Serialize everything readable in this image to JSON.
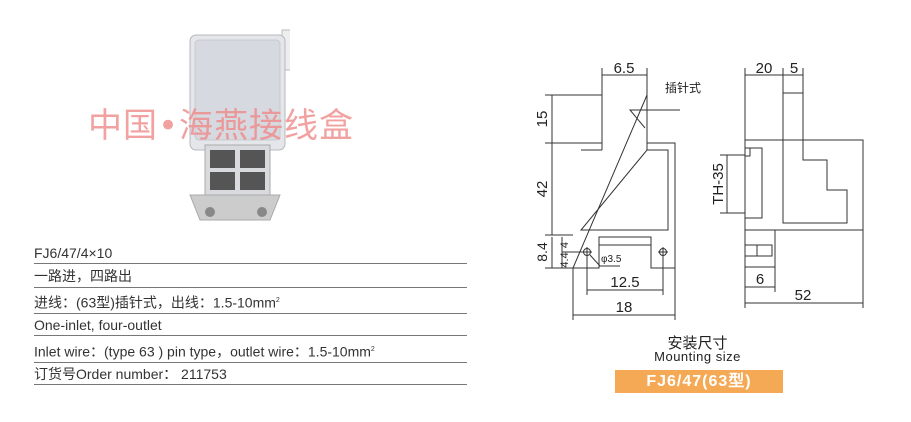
{
  "watermark": "中国•海燕接线盒",
  "spec": {
    "model": "FJ6/47/4×10",
    "desc_cn": "一路进，四路出",
    "wire_cn_prefix": "进线：(63型)插针式，出线：1.5-10mm",
    "desc_en": "One-inlet, four-outlet",
    "wire_en_prefix": "Inlet wire：(type 63 ) pin type，outlet wire：1.5-10mm",
    "sup": "2",
    "order_label": "订货号Order number：",
    "order_number": "211753"
  },
  "drawing": {
    "dims": {
      "pin_width": "6.5",
      "pin_label": "插针式",
      "pin_height": "15",
      "body_height": "42",
      "base_height": "8.4",
      "half1": "4",
      "half2": "4.4",
      "hole": "φ3.5",
      "hole_spacing": "12.5",
      "width": "18",
      "depth_top": "20",
      "pin_offset": "5",
      "rail": "TH-35",
      "foot": "6",
      "depth": "52"
    },
    "caption_cn": "安装尺寸",
    "caption_en": "Mounting size",
    "model_bar": "FJ6/47(63型)"
  },
  "colors": {
    "accent": "#f6a955",
    "watermark": "#f08a8a"
  }
}
